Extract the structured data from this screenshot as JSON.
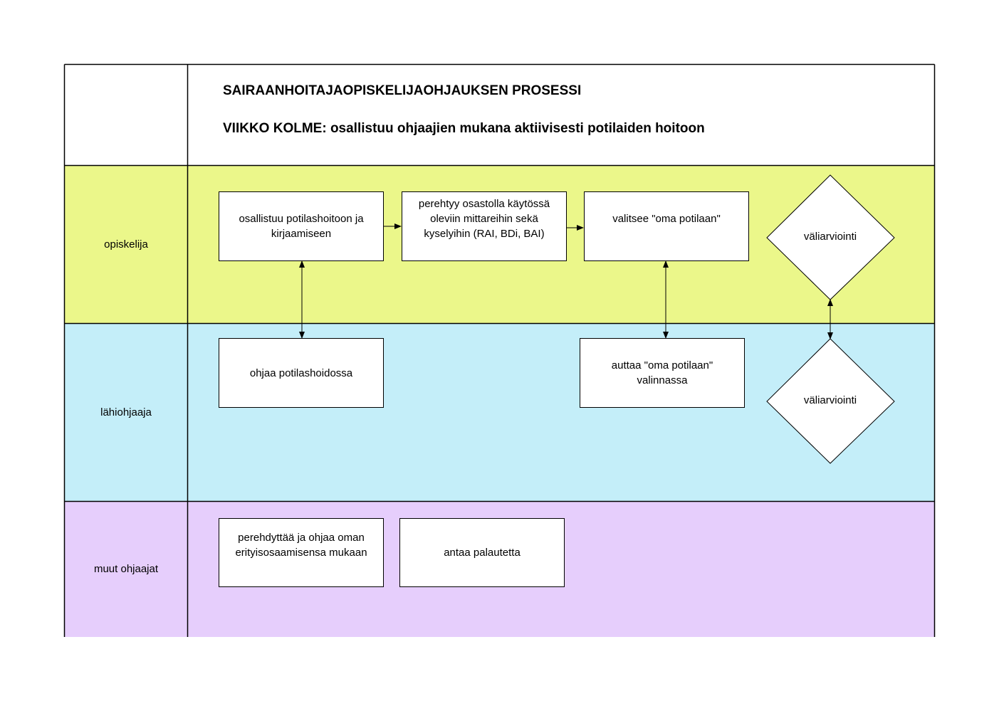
{
  "title": "SAIRAANHOITAJAOPISKELIJAOHJAUKSEN PROSESSI",
  "subtitle": "VIIKKO KOLME: osallistuu ohjaajien mukana aktiivisesti potilaiden hoitoon",
  "lanes": [
    {
      "id": "opiskelija",
      "label": "opiskelija",
      "color": "#EBF78A"
    },
    {
      "id": "lahiohjaaja",
      "label": "lähiohjaaja",
      "color": "#C4EEF9"
    },
    {
      "id": "muut",
      "label": "muut ohjaajat",
      "color": "#E6CEFC"
    }
  ],
  "nodes": {
    "osallistuu": "osallistuu potilashoitoon ja kirjaamiseen",
    "perehtyy": "perehtyy osastolla käytössä oleviin mittareihin sekä kyselyihin (RAI, BDi, BAI)",
    "valitsee": "valitsee \"oma potilaan\"",
    "valiarviointi_opiskelija": "väliarviointi",
    "ohjaa": "ohjaa potilashoidossa",
    "auttaa": "auttaa \"oma potilaan\" valinnassa",
    "valiarviointi_lahiohjaaja": "väliarviointi",
    "perehdyttaa": "perehdyttää ja ohjaa oman erityisosaamisensa mukaan",
    "antaa": "antaa palautetta"
  }
}
